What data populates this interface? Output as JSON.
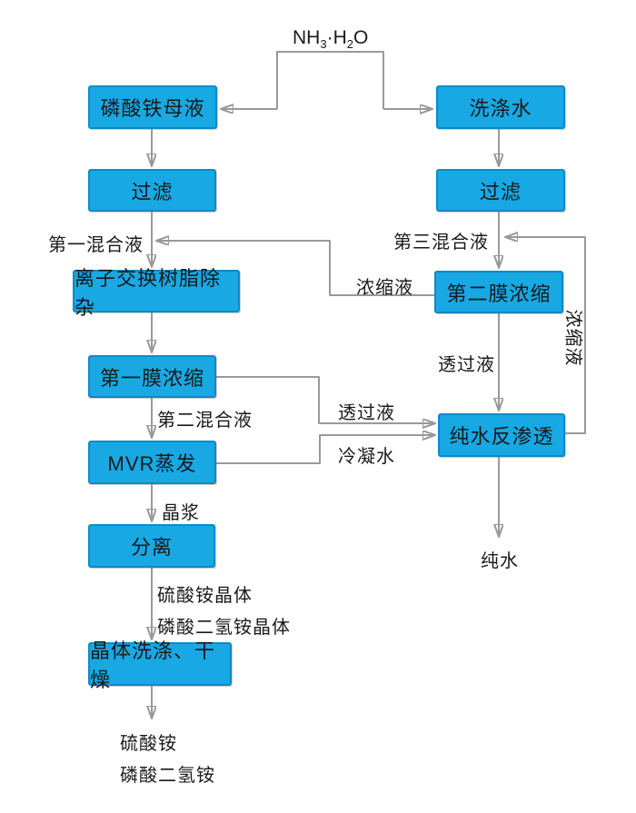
{
  "colors": {
    "node_fill": "#18a8e3",
    "node_border": "#0d8bc7",
    "connector_line": "#999999",
    "arrowhead": "#1a1a1a",
    "text": "#1a1a1a",
    "background": "#ffffff"
  },
  "diagram": {
    "formula": {
      "p1": "NH",
      "s1": "3",
      "p2": "·H",
      "s2": "2",
      "p3": "O"
    },
    "nodes": [
      {
        "label": "磷酸铁母液"
      },
      {
        "label": "过滤"
      },
      {
        "label": "离子交换树脂除杂"
      },
      {
        "label": "第一膜浓缩"
      },
      {
        "label": "MVR蒸发"
      },
      {
        "label": "分离"
      },
      {
        "label": "晶体洗涤、干燥"
      },
      {
        "label": "洗涤水"
      },
      {
        "label": "过滤"
      },
      {
        "label": "第二膜浓缩"
      },
      {
        "label": "纯水反渗透"
      }
    ],
    "flow_labels": [
      {
        "label": "第一混合液"
      },
      {
        "label": "第三混合液"
      },
      {
        "label": "浓缩液"
      },
      {
        "label": "透过液"
      },
      {
        "label": "透过液"
      },
      {
        "label": "冷凝水"
      },
      {
        "label": "第二混合液"
      },
      {
        "label": "晶浆"
      },
      {
        "label": "硫酸铵晶体"
      },
      {
        "label": "磷酸二氢铵晶体"
      },
      {
        "label": "硫酸铵"
      },
      {
        "label": "磷酸二氢铵"
      },
      {
        "label": "纯水"
      },
      {
        "label": "浓缩液"
      }
    ]
  }
}
